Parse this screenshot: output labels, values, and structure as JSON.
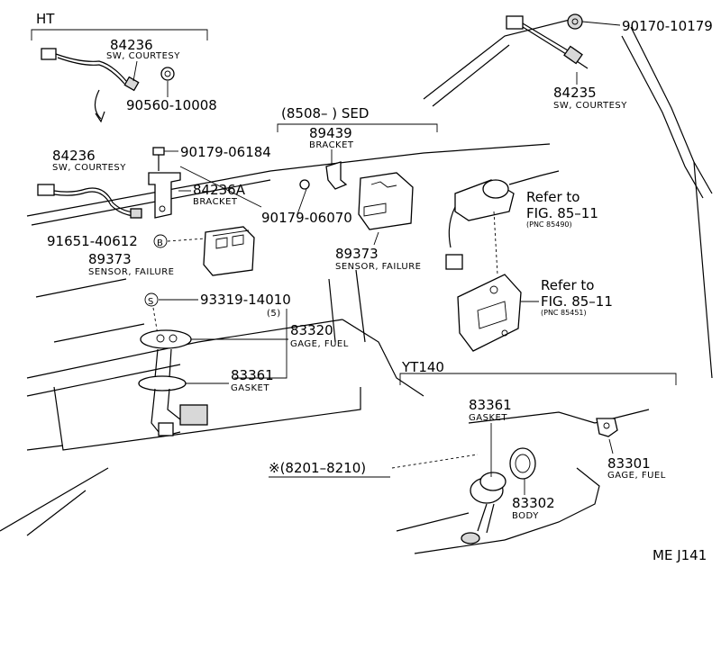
{
  "groups": {
    "ht": "HT",
    "sed": "(8508–      ) SED",
    "yt140": "YT140",
    "serial": "※(8201–8210)"
  },
  "callouts": {
    "c84236_top": {
      "num": "84236",
      "desc": "SW, COURTESY"
    },
    "c90560": {
      "num": "90560-10008"
    },
    "c90179_61": {
      "num": "90179-06184"
    },
    "c84236_mid": {
      "num": "84236",
      "desc": "SW, COURTESY"
    },
    "c84236a": {
      "num": "84236A",
      "desc": "BRACKET"
    },
    "c90179_60": {
      "num": "90179-06070"
    },
    "c91651": {
      "num": "91651-40612"
    },
    "c89373_l": {
      "num": "89373",
      "desc": "SENSOR, FAILURE"
    },
    "c93319": {
      "num": "93319-14010",
      "qty": "(5)"
    },
    "c83320": {
      "num": "83320",
      "desc": "GAGE, FUEL"
    },
    "c83361_l": {
      "num": "83361",
      "desc": "GASKET"
    },
    "c89439": {
      "num": "89439",
      "desc": "BRACKET"
    },
    "c89373_r": {
      "num": "89373",
      "desc": "SENSOR, FAILURE"
    },
    "c90170": {
      "num": "90170-10179"
    },
    "c84235": {
      "num": "84235",
      "desc": "SW, COURTESY"
    },
    "ref1": {
      "text": "Refer to",
      "fig": "FIG. 85–11",
      "pnc": "(PNC 85490)"
    },
    "ref2": {
      "text": "Refer to",
      "fig": "FIG. 85–11",
      "pnc": "(PNC 85451)"
    },
    "c83361_r": {
      "num": "83361",
      "desc": "GASKET"
    },
    "c83301": {
      "num": "83301",
      "desc": "GAGE, FUEL"
    },
    "c83302": {
      "num": "83302",
      "desc": "BODY"
    }
  },
  "markers": {
    "b": "B",
    "s": "S"
  },
  "drawing_id": "ME J141"
}
